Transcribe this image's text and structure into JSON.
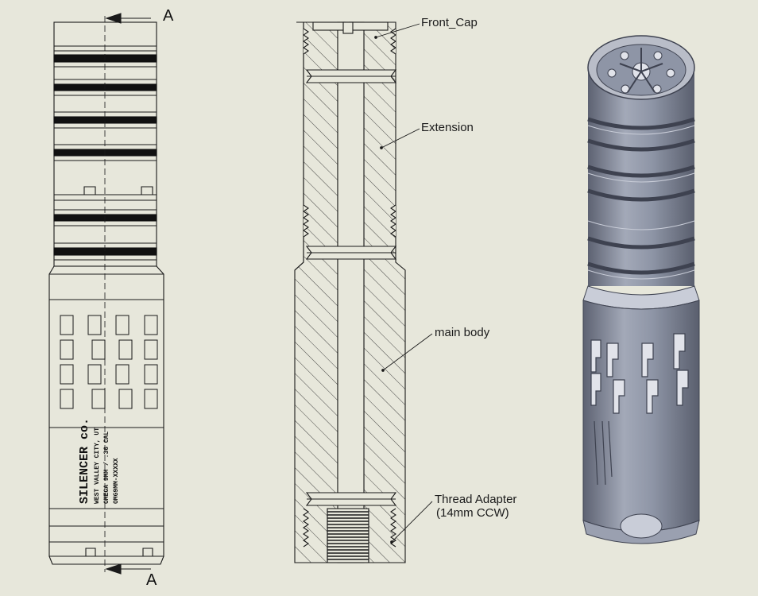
{
  "colors": {
    "background": "#e7e7db",
    "line": "#1a1a1a",
    "render_body": "#8e95a6",
    "render_dark": "#3e4250",
    "render_light": "#c9cdd8"
  },
  "section_view": {
    "top_label": "A",
    "bottom_label": "A"
  },
  "front_view": {
    "engraving": {
      "brand": "SILENCER co.",
      "location": "WEST VALLEY CITY, UT",
      "model": "OMEGA 9MM / .36 CAL",
      "serial": "OMG9MM-XXXXX"
    }
  },
  "callouts": {
    "front_cap": "Front_Cap",
    "extension": "Extension",
    "main_body": "main body",
    "thread_adapter_line1": "Thread Adapter",
    "thread_adapter_line2": "(14mm CCW)"
  }
}
